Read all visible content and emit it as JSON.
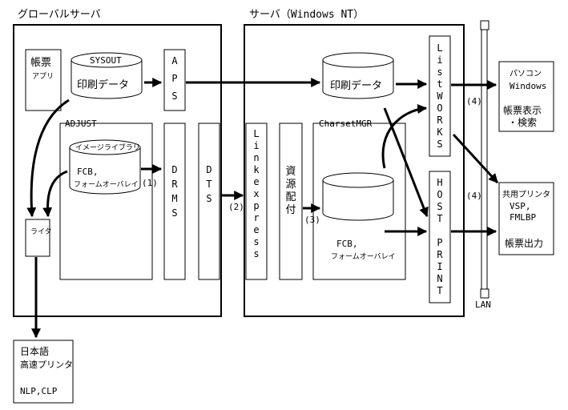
{
  "diagram": {
    "global_server_title": "グローバルサーバ",
    "server_title": "サーバ（Windows NT）",
    "chohyo_app": [
      "帳票",
      "アプリ"
    ],
    "sysout": "SYSOUT",
    "print_data": "印刷データ",
    "aps": [
      "A",
      "P",
      "S"
    ],
    "adjust": "ADJUST",
    "image_library": "イメージライブラリ",
    "fcb_overlay": [
      "FCB,",
      "フォームオーバレイ"
    ],
    "drms": [
      "D",
      "R",
      "M",
      "S"
    ],
    "dts": [
      "D",
      "T",
      "S"
    ],
    "writer": "ライタ",
    "printer_box": [
      "日本語",
      "高速プリンタ",
      "NLP,CLP"
    ],
    "linkexpress": [
      "L",
      "i",
      "n",
      "k",
      "e",
      "x",
      "p",
      "r",
      "e",
      "s",
      "s"
    ],
    "shigen": [
      "資",
      "源",
      "配",
      "付"
    ],
    "charsetmgr": "CharsetMGR",
    "server_print_data": "印刷データ",
    "server_fcb": [
      "FCB,",
      "フォームオーバレイ"
    ],
    "listworks": [
      "L",
      "i",
      "s",
      "t",
      "W",
      "O",
      "R",
      "K",
      "S"
    ],
    "hostprint": [
      "H",
      "O",
      "S",
      "T",
      "",
      "P",
      "R",
      "I",
      "N",
      "T"
    ],
    "pc_box": [
      "パソコン",
      "Windows",
      "帳票表示",
      "・検索"
    ],
    "shared_printer_box": [
      "共用プリンタ",
      "VSP,",
      "FMLBP",
      "帳票出力"
    ],
    "lan": "LAN",
    "label_1": "(1)",
    "label_2": "(2)",
    "label_3": "(3)",
    "label_4a": "(4)",
    "label_4b": "(4)"
  }
}
